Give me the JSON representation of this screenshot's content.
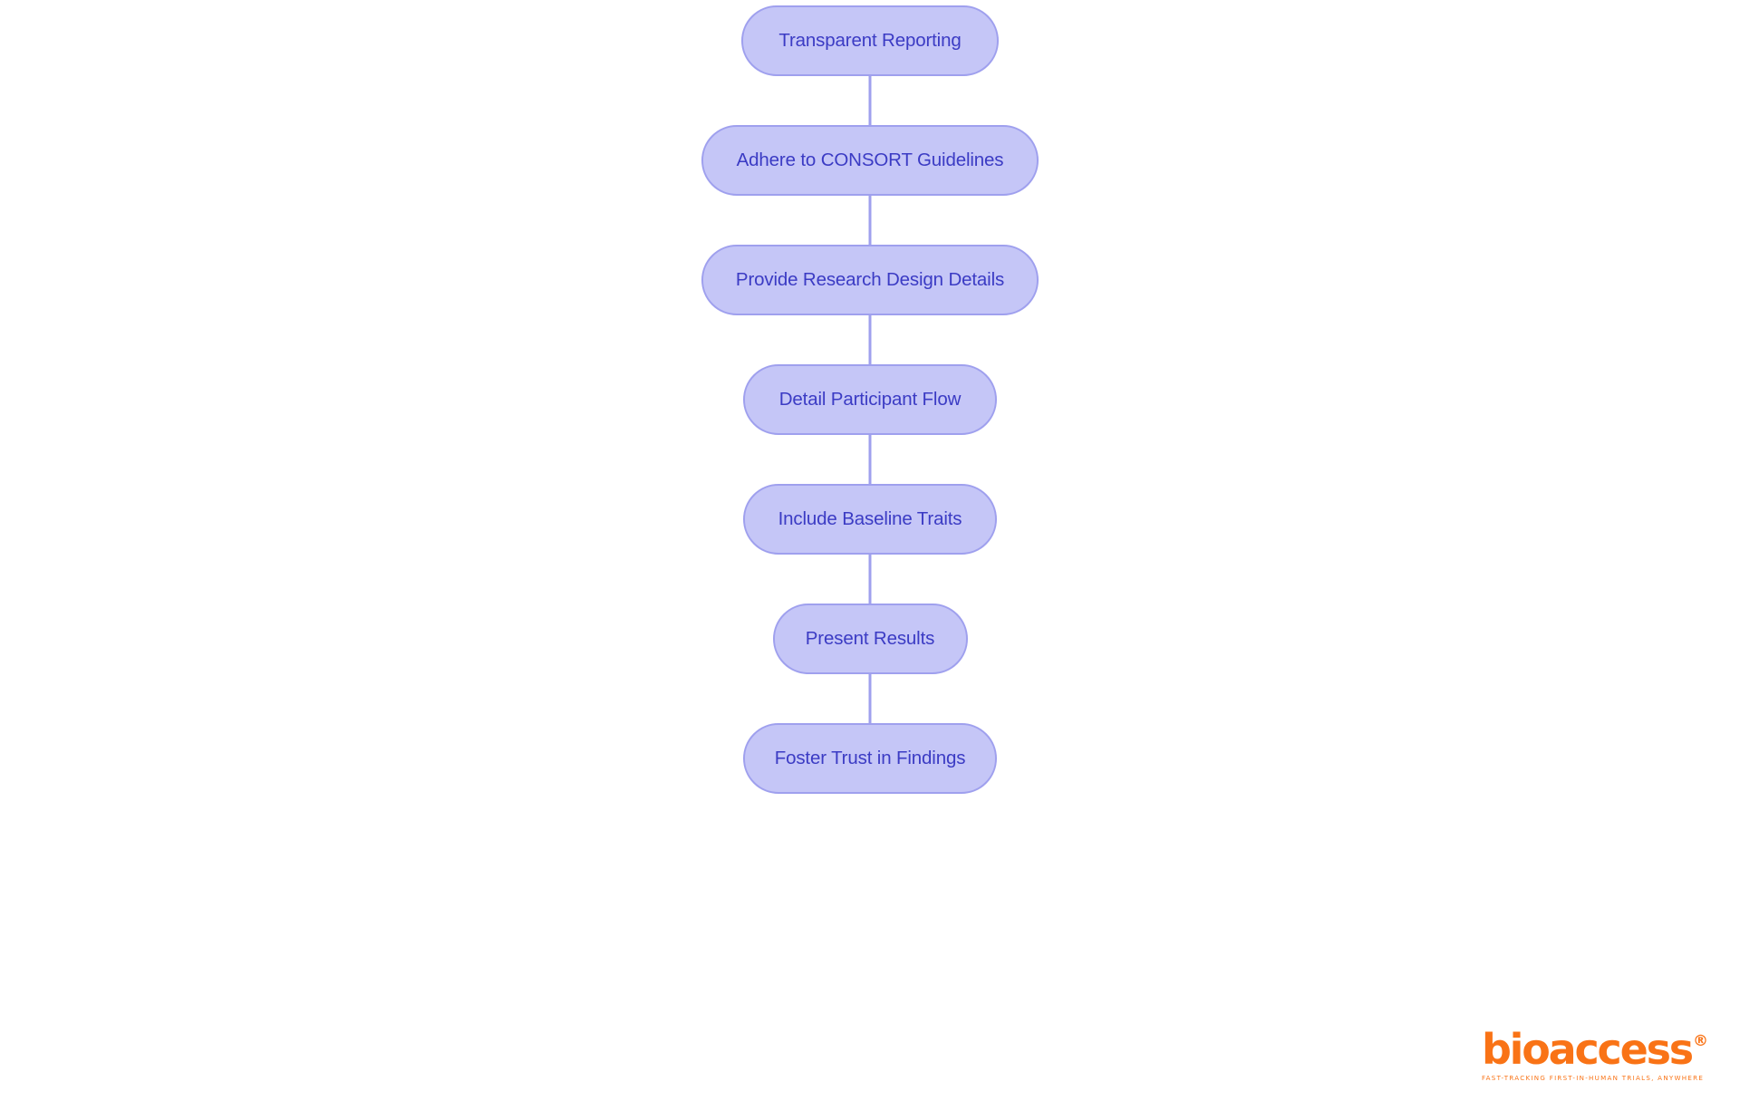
{
  "diagram": {
    "type": "flowchart",
    "orientation": "vertical-top-down",
    "colors": {
      "node_fill": "#c5c6f7",
      "node_border": "#9fa0ee",
      "node_text": "#3b3bc4",
      "connector": "#9fa0ee",
      "background": "#ffffff",
      "brand": "#f97316"
    },
    "nodes": [
      {
        "id": "n1",
        "label": "Transparent Reporting"
      },
      {
        "id": "n2",
        "label": "Adhere to CONSORT Guidelines"
      },
      {
        "id": "n3",
        "label": "Provide Research Design Details"
      },
      {
        "id": "n4",
        "label": "Detail Participant Flow"
      },
      {
        "id": "n5",
        "label": "Include Baseline Traits"
      },
      {
        "id": "n6",
        "label": "Present Results"
      },
      {
        "id": "n7",
        "label": "Foster Trust in Findings"
      }
    ],
    "edges": [
      {
        "from": "n1",
        "to": "n2"
      },
      {
        "from": "n2",
        "to": "n3"
      },
      {
        "from": "n3",
        "to": "n4"
      },
      {
        "from": "n4",
        "to": "n5"
      },
      {
        "from": "n5",
        "to": "n6"
      },
      {
        "from": "n6",
        "to": "n7"
      }
    ]
  },
  "brand": {
    "wordmark": "bioaccess",
    "registered_mark": "®",
    "tagline": "FAST-TRACKING FIRST-IN-HUMAN TRIALS, ANYWHERE"
  }
}
